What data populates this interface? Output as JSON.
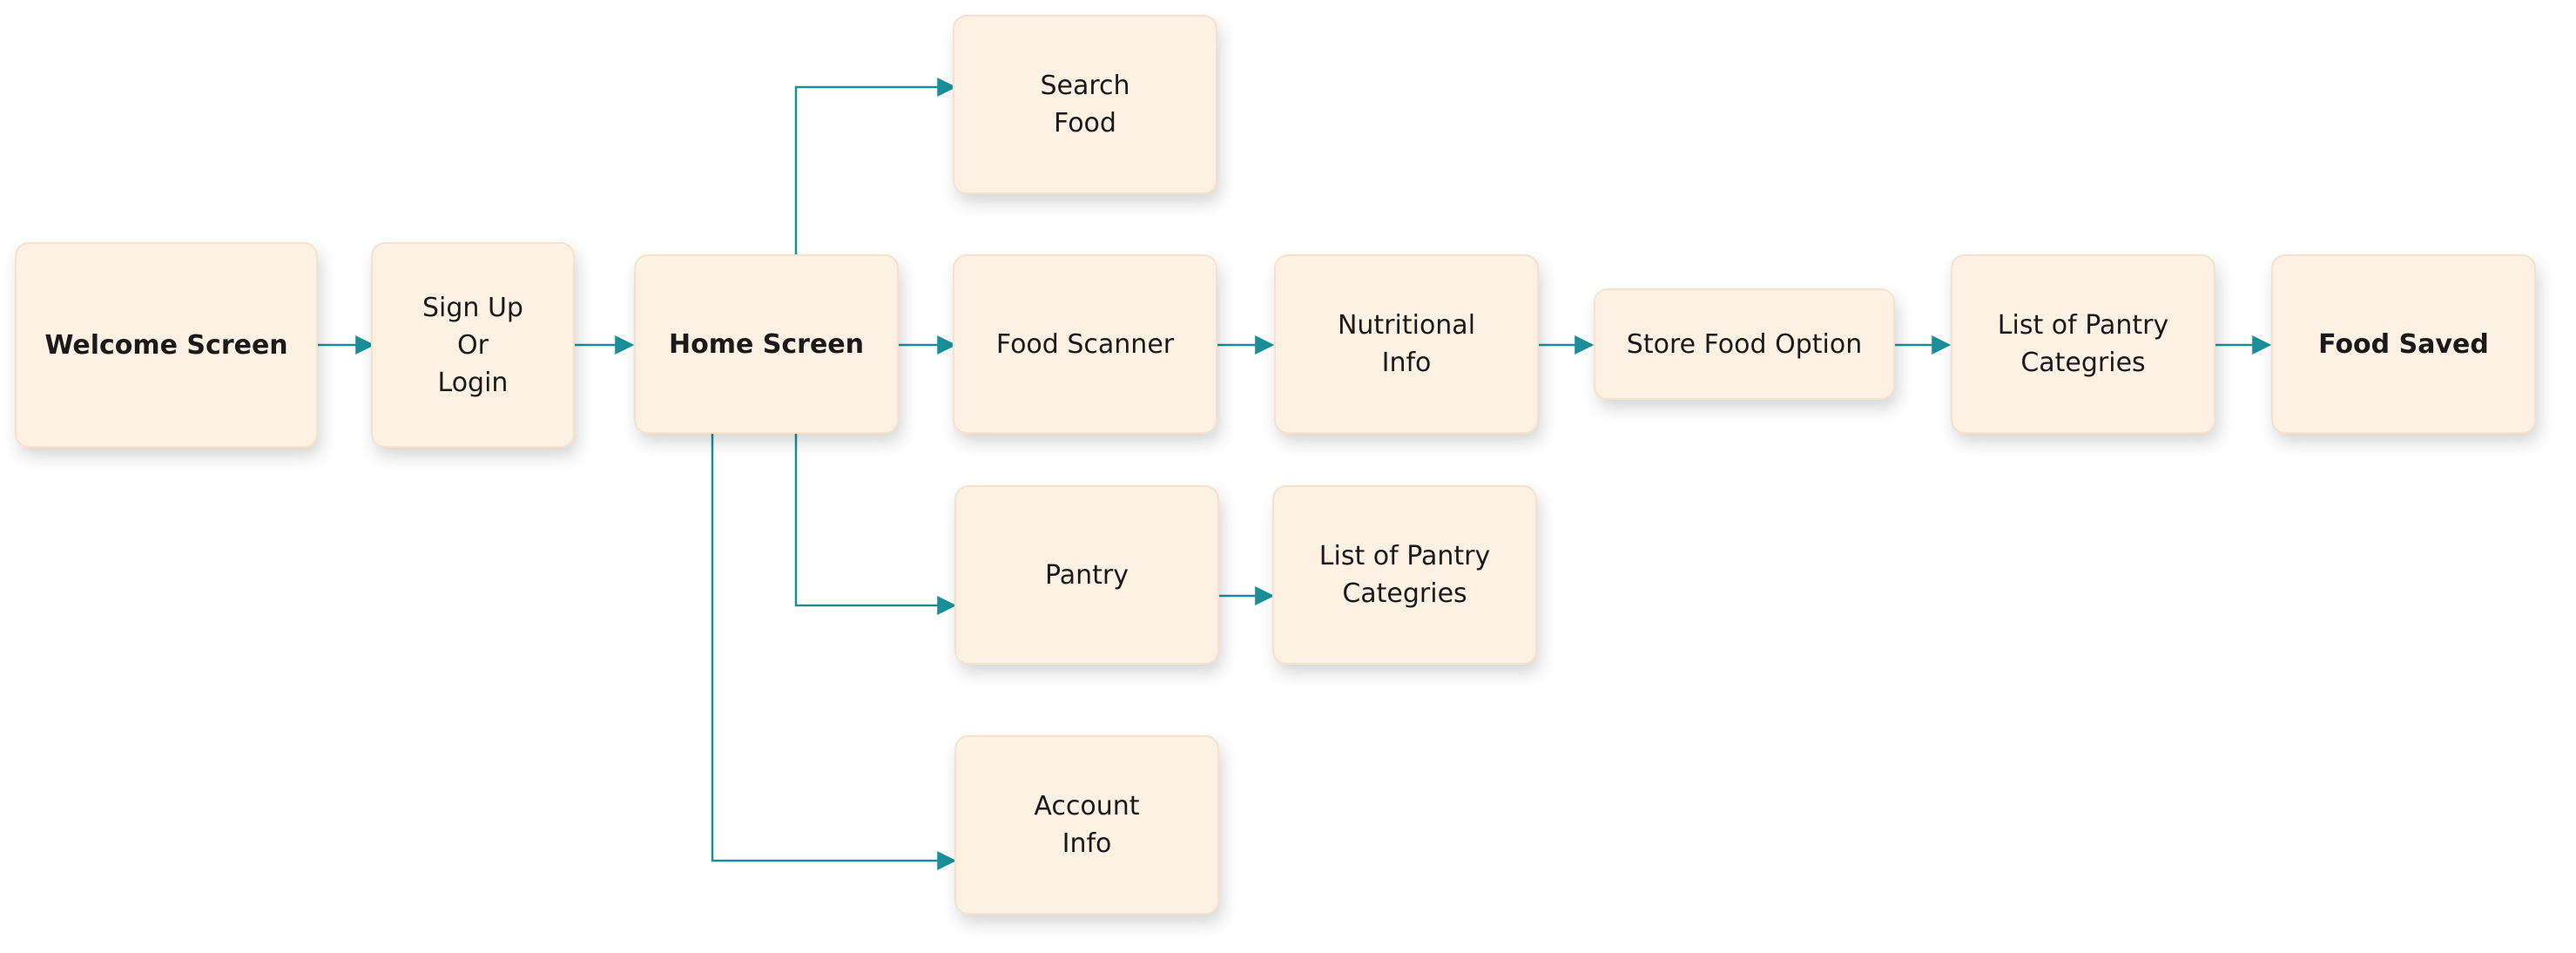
{
  "diagram": {
    "colors": {
      "node_fill": "#fdf1e4",
      "node_border": "#f6e2cc",
      "connector": "#1a8f9a"
    },
    "nodes": {
      "welcome": {
        "label": "Welcome Screen"
      },
      "signup": {
        "label": "Sign Up\nOr\nLogin"
      },
      "home": {
        "label": "Home Screen"
      },
      "search": {
        "label": "Search\nFood"
      },
      "scanner": {
        "label": "Food Scanner"
      },
      "nutrition": {
        "label": "Nutritional\nInfo"
      },
      "store": {
        "label": "Store Food Option"
      },
      "categories_main": {
        "label": "List of Pantry\nCategries"
      },
      "saved": {
        "label": "Food Saved"
      },
      "pantry": {
        "label": "Pantry"
      },
      "categories_pantry": {
        "label": "List of Pantry\nCategries"
      },
      "account": {
        "label": "Account\nInfo"
      }
    },
    "edges": [
      {
        "from": "welcome",
        "to": "signup"
      },
      {
        "from": "signup",
        "to": "home"
      },
      {
        "from": "home",
        "to": "search"
      },
      {
        "from": "home",
        "to": "scanner"
      },
      {
        "from": "home",
        "to": "pantry"
      },
      {
        "from": "home",
        "to": "account"
      },
      {
        "from": "scanner",
        "to": "nutrition"
      },
      {
        "from": "nutrition",
        "to": "store"
      },
      {
        "from": "store",
        "to": "categories_main"
      },
      {
        "from": "categories_main",
        "to": "saved"
      },
      {
        "from": "pantry",
        "to": "categories_pantry"
      }
    ]
  }
}
